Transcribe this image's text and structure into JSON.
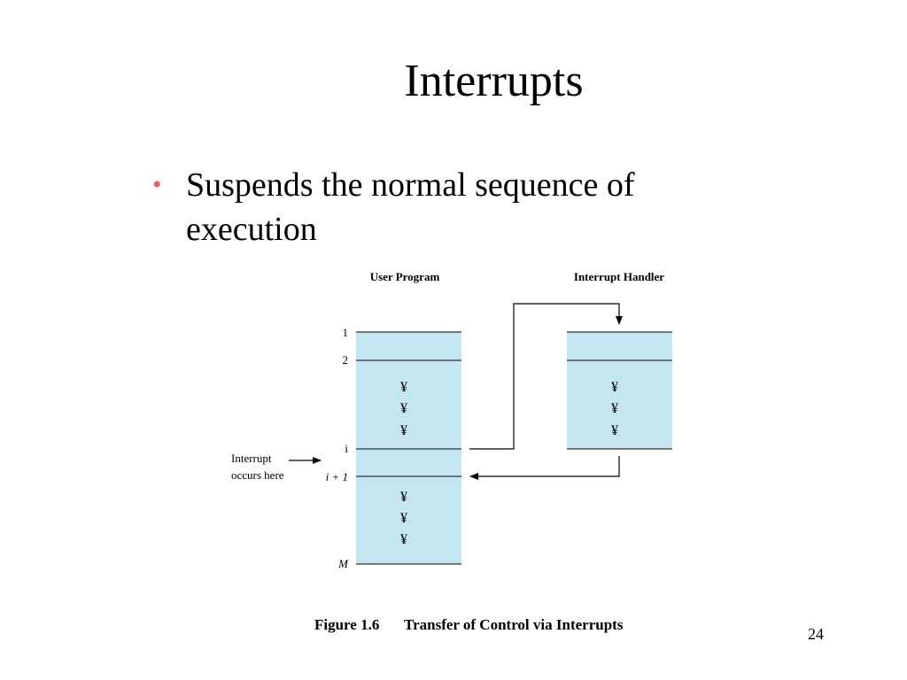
{
  "slide": {
    "title": "Interrupts",
    "bullet": "Suspends the normal sequence of execution",
    "page_number": "24"
  },
  "diagram": {
    "user_program_label": "User Program",
    "handler_label": "Interrupt Handler",
    "line_labels": {
      "one": "1",
      "two": "2",
      "i": "i",
      "i_plus_1": "i + 1",
      "m": "M"
    },
    "interrupt_note_line1": "Interrupt",
    "interrupt_note_line2": "occurs here",
    "ellipsis_glyph": "¥",
    "caption_figure": "Figure 1.6",
    "caption_text": "Transfer of Control via  Interrupts",
    "fill_color": "#c4e6f0"
  }
}
